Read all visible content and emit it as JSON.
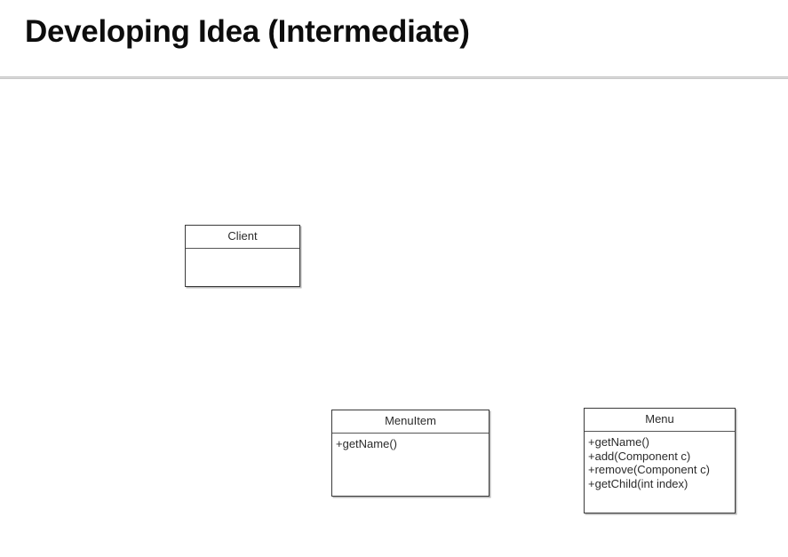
{
  "slide": {
    "title": "Developing Idea (Intermediate)",
    "background_color": "#ffffff",
    "title_color": "#0d0d0d",
    "rule_color": "#c4c4c4",
    "box_border_color": "#3a3a3a",
    "text_color": "#2b2b2b"
  },
  "diagram": {
    "type": "uml-class-diagram",
    "connectors": [],
    "classes": [
      {
        "id": "client",
        "name": "Client",
        "members": []
      },
      {
        "id": "menuitem",
        "name": "MenuItem",
        "members": [
          "+getName()"
        ]
      },
      {
        "id": "menu",
        "name": "Menu",
        "members": [
          "+getName()",
          "+add(Component c)",
          "+remove(Component c)",
          "+getChild(int index)"
        ]
      }
    ]
  }
}
